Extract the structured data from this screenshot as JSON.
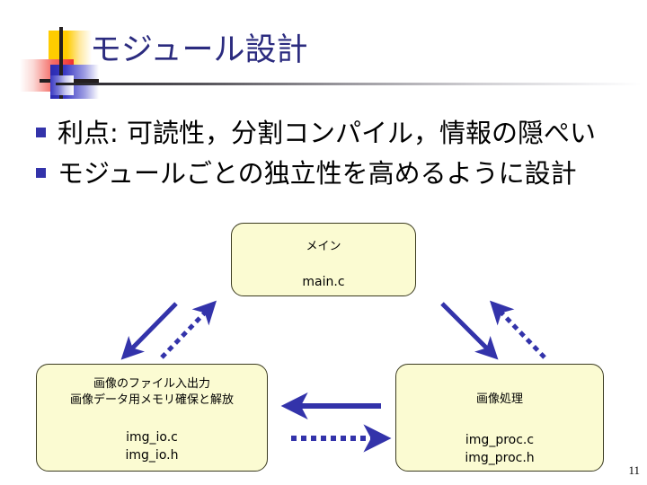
{
  "slide": {
    "title": "モジュール設計",
    "page_number": "11",
    "logo": {
      "square_yellow_color": "#FFCC00",
      "square_red_color": "#F03030",
      "square_blue_color": "#2B2BB0",
      "bar_color": "#241F20"
    },
    "colors": {
      "title_text": "#2B2B7F",
      "bullet_marker": "#3333AA",
      "node_fill": "#FBFBD2",
      "node_border": "#3B3B20",
      "arrow": "#3333AA"
    }
  },
  "bullets": [
    {
      "text": "利点: 可読性，分割コンパイル，情報の隠ぺい"
    },
    {
      "text": "モジュールごとの独立性を高めるように設計"
    }
  ],
  "diagram": {
    "nodes": [
      {
        "id": "main",
        "title": "メイン",
        "files": [
          "main.c"
        ]
      },
      {
        "id": "img_io",
        "title_line1": "画像のファイル入出力",
        "title_line2": "画像データ用メモリ確保と解放",
        "files": [
          "img_io.c",
          "img_io.h"
        ]
      },
      {
        "id": "img_proc",
        "title": "画像処理",
        "files": [
          "img_proc.c",
          "img_proc.h"
        ]
      }
    ],
    "connections": [
      {
        "from": "main",
        "to": "img_io",
        "style": "solid",
        "direction": "down-left"
      },
      {
        "from": "img_io",
        "to": "main",
        "style": "dashed",
        "direction": "up-right"
      },
      {
        "from": "main",
        "to": "img_proc",
        "style": "solid",
        "direction": "down-right"
      },
      {
        "from": "img_proc",
        "to": "main",
        "style": "dashed",
        "direction": "up-left"
      },
      {
        "from": "img_proc",
        "to": "img_io",
        "style": "solid",
        "direction": "left"
      },
      {
        "from": "img_io",
        "to": "img_proc",
        "style": "dashed",
        "direction": "right"
      }
    ]
  }
}
